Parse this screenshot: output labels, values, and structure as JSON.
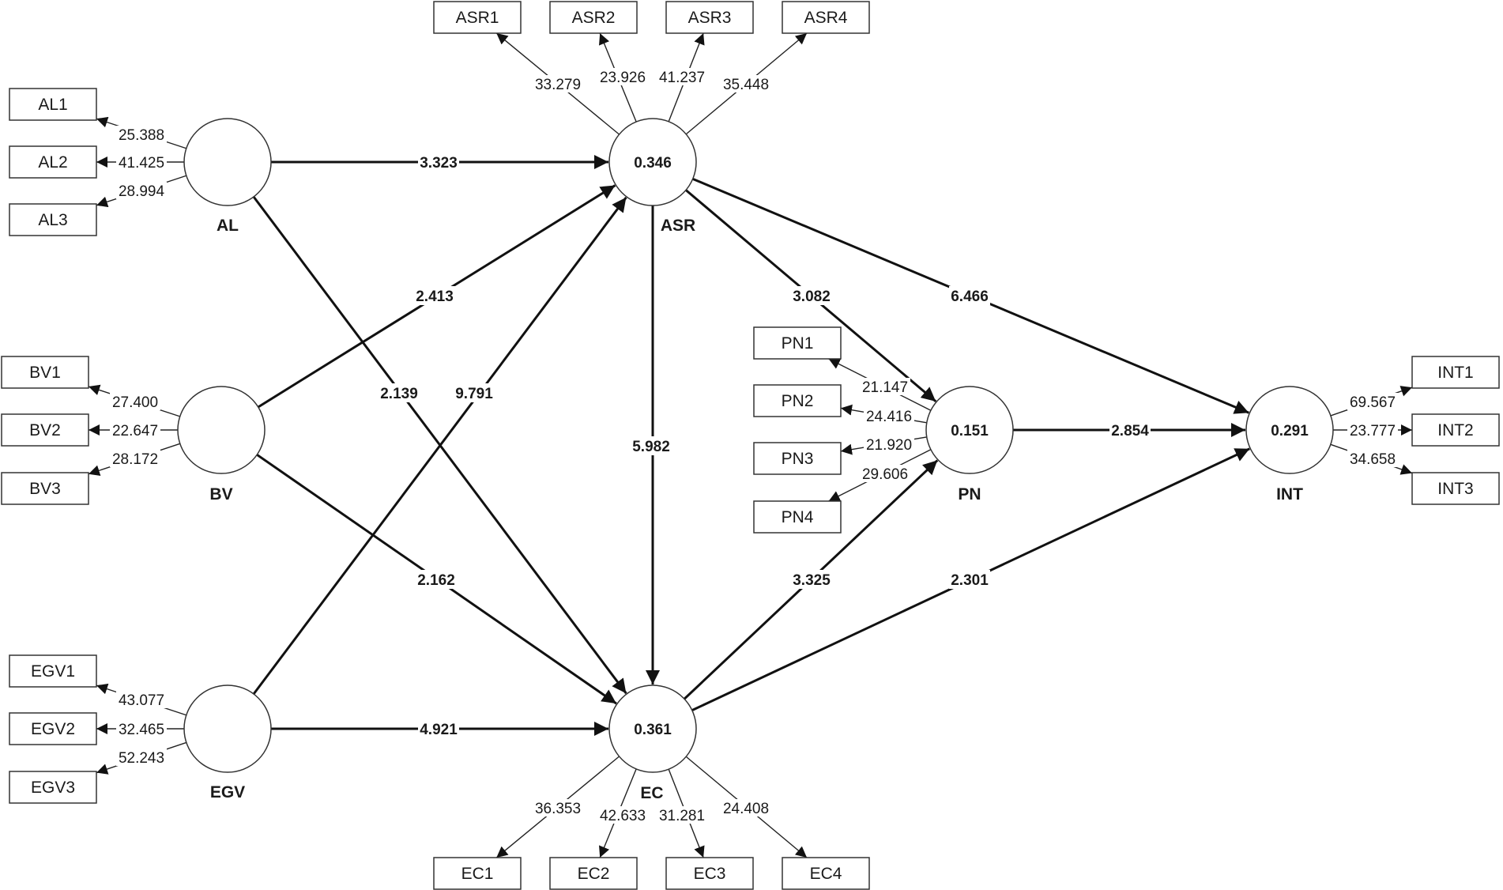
{
  "latents": [
    {
      "id": "AL",
      "name": "AL",
      "r2": ""
    },
    {
      "id": "BV",
      "name": "BV",
      "r2": ""
    },
    {
      "id": "EGV",
      "name": "EGV",
      "r2": ""
    },
    {
      "id": "ASR",
      "name": "ASR",
      "r2": "0.346"
    },
    {
      "id": "EC",
      "name": "EC",
      "r2": "0.361"
    },
    {
      "id": "PN",
      "name": "PN",
      "r2": "0.151"
    },
    {
      "id": "INT",
      "name": "INT",
      "r2": "0.291"
    }
  ],
  "indicators": [
    {
      "id": "AL1",
      "label": "AL1",
      "latent": "AL",
      "loading": "25.388"
    },
    {
      "id": "AL2",
      "label": "AL2",
      "latent": "AL",
      "loading": "41.425"
    },
    {
      "id": "AL3",
      "label": "AL3",
      "latent": "AL",
      "loading": "28.994"
    },
    {
      "id": "BV1",
      "label": "BV1",
      "latent": "BV",
      "loading": "27.400"
    },
    {
      "id": "BV2",
      "label": "BV2",
      "latent": "BV",
      "loading": "22.647"
    },
    {
      "id": "BV3",
      "label": "BV3",
      "latent": "BV",
      "loading": "28.172"
    },
    {
      "id": "EGV1",
      "label": "EGV1",
      "latent": "EGV",
      "loading": "43.077"
    },
    {
      "id": "EGV2",
      "label": "EGV2",
      "latent": "EGV",
      "loading": "32.465"
    },
    {
      "id": "EGV3",
      "label": "EGV3",
      "latent": "EGV",
      "loading": "52.243"
    },
    {
      "id": "ASR1",
      "label": "ASR1",
      "latent": "ASR",
      "loading": "33.279"
    },
    {
      "id": "ASR2",
      "label": "ASR2",
      "latent": "ASR",
      "loading": "23.926"
    },
    {
      "id": "ASR3",
      "label": "ASR3",
      "latent": "ASR",
      "loading": "41.237"
    },
    {
      "id": "ASR4",
      "label": "ASR4",
      "latent": "ASR",
      "loading": "35.448"
    },
    {
      "id": "EC1",
      "label": "EC1",
      "latent": "EC",
      "loading": "36.353"
    },
    {
      "id": "EC2",
      "label": "EC2",
      "latent": "EC",
      "loading": "42.633"
    },
    {
      "id": "EC3",
      "label": "EC3",
      "latent": "EC",
      "loading": "31.281"
    },
    {
      "id": "EC4",
      "label": "EC4",
      "latent": "EC",
      "loading": "24.408"
    },
    {
      "id": "PN1",
      "label": "PN1",
      "latent": "PN",
      "loading": "21.147"
    },
    {
      "id": "PN2",
      "label": "PN2",
      "latent": "PN",
      "loading": "24.416"
    },
    {
      "id": "PN3",
      "label": "PN3",
      "latent": "PN",
      "loading": "21.920"
    },
    {
      "id": "PN4",
      "label": "PN4",
      "latent": "PN",
      "loading": "29.606"
    },
    {
      "id": "INT1",
      "label": "INT1",
      "latent": "INT",
      "loading": "69.567"
    },
    {
      "id": "INT2",
      "label": "INT2",
      "latent": "INT",
      "loading": "23.777"
    },
    {
      "id": "INT3",
      "label": "INT3",
      "latent": "INT",
      "loading": "34.658"
    }
  ],
  "paths": [
    {
      "from": "AL",
      "to": "ASR",
      "value": "3.323"
    },
    {
      "from": "AL",
      "to": "EC",
      "value": "2.139"
    },
    {
      "from": "BV",
      "to": "ASR",
      "value": "2.413"
    },
    {
      "from": "BV",
      "to": "EC",
      "value": "2.162"
    },
    {
      "from": "EGV",
      "to": "ASR",
      "value": "9.791"
    },
    {
      "from": "EGV",
      "to": "EC",
      "value": "4.921"
    },
    {
      "from": "ASR",
      "to": "EC",
      "value": "5.982"
    },
    {
      "from": "ASR",
      "to": "PN",
      "value": "3.082"
    },
    {
      "from": "ASR",
      "to": "INT",
      "value": "6.466"
    },
    {
      "from": "EC",
      "to": "PN",
      "value": "3.325"
    },
    {
      "from": "EC",
      "to": "INT",
      "value": "2.301"
    },
    {
      "from": "PN",
      "to": "INT",
      "value": "2.854"
    }
  ]
}
